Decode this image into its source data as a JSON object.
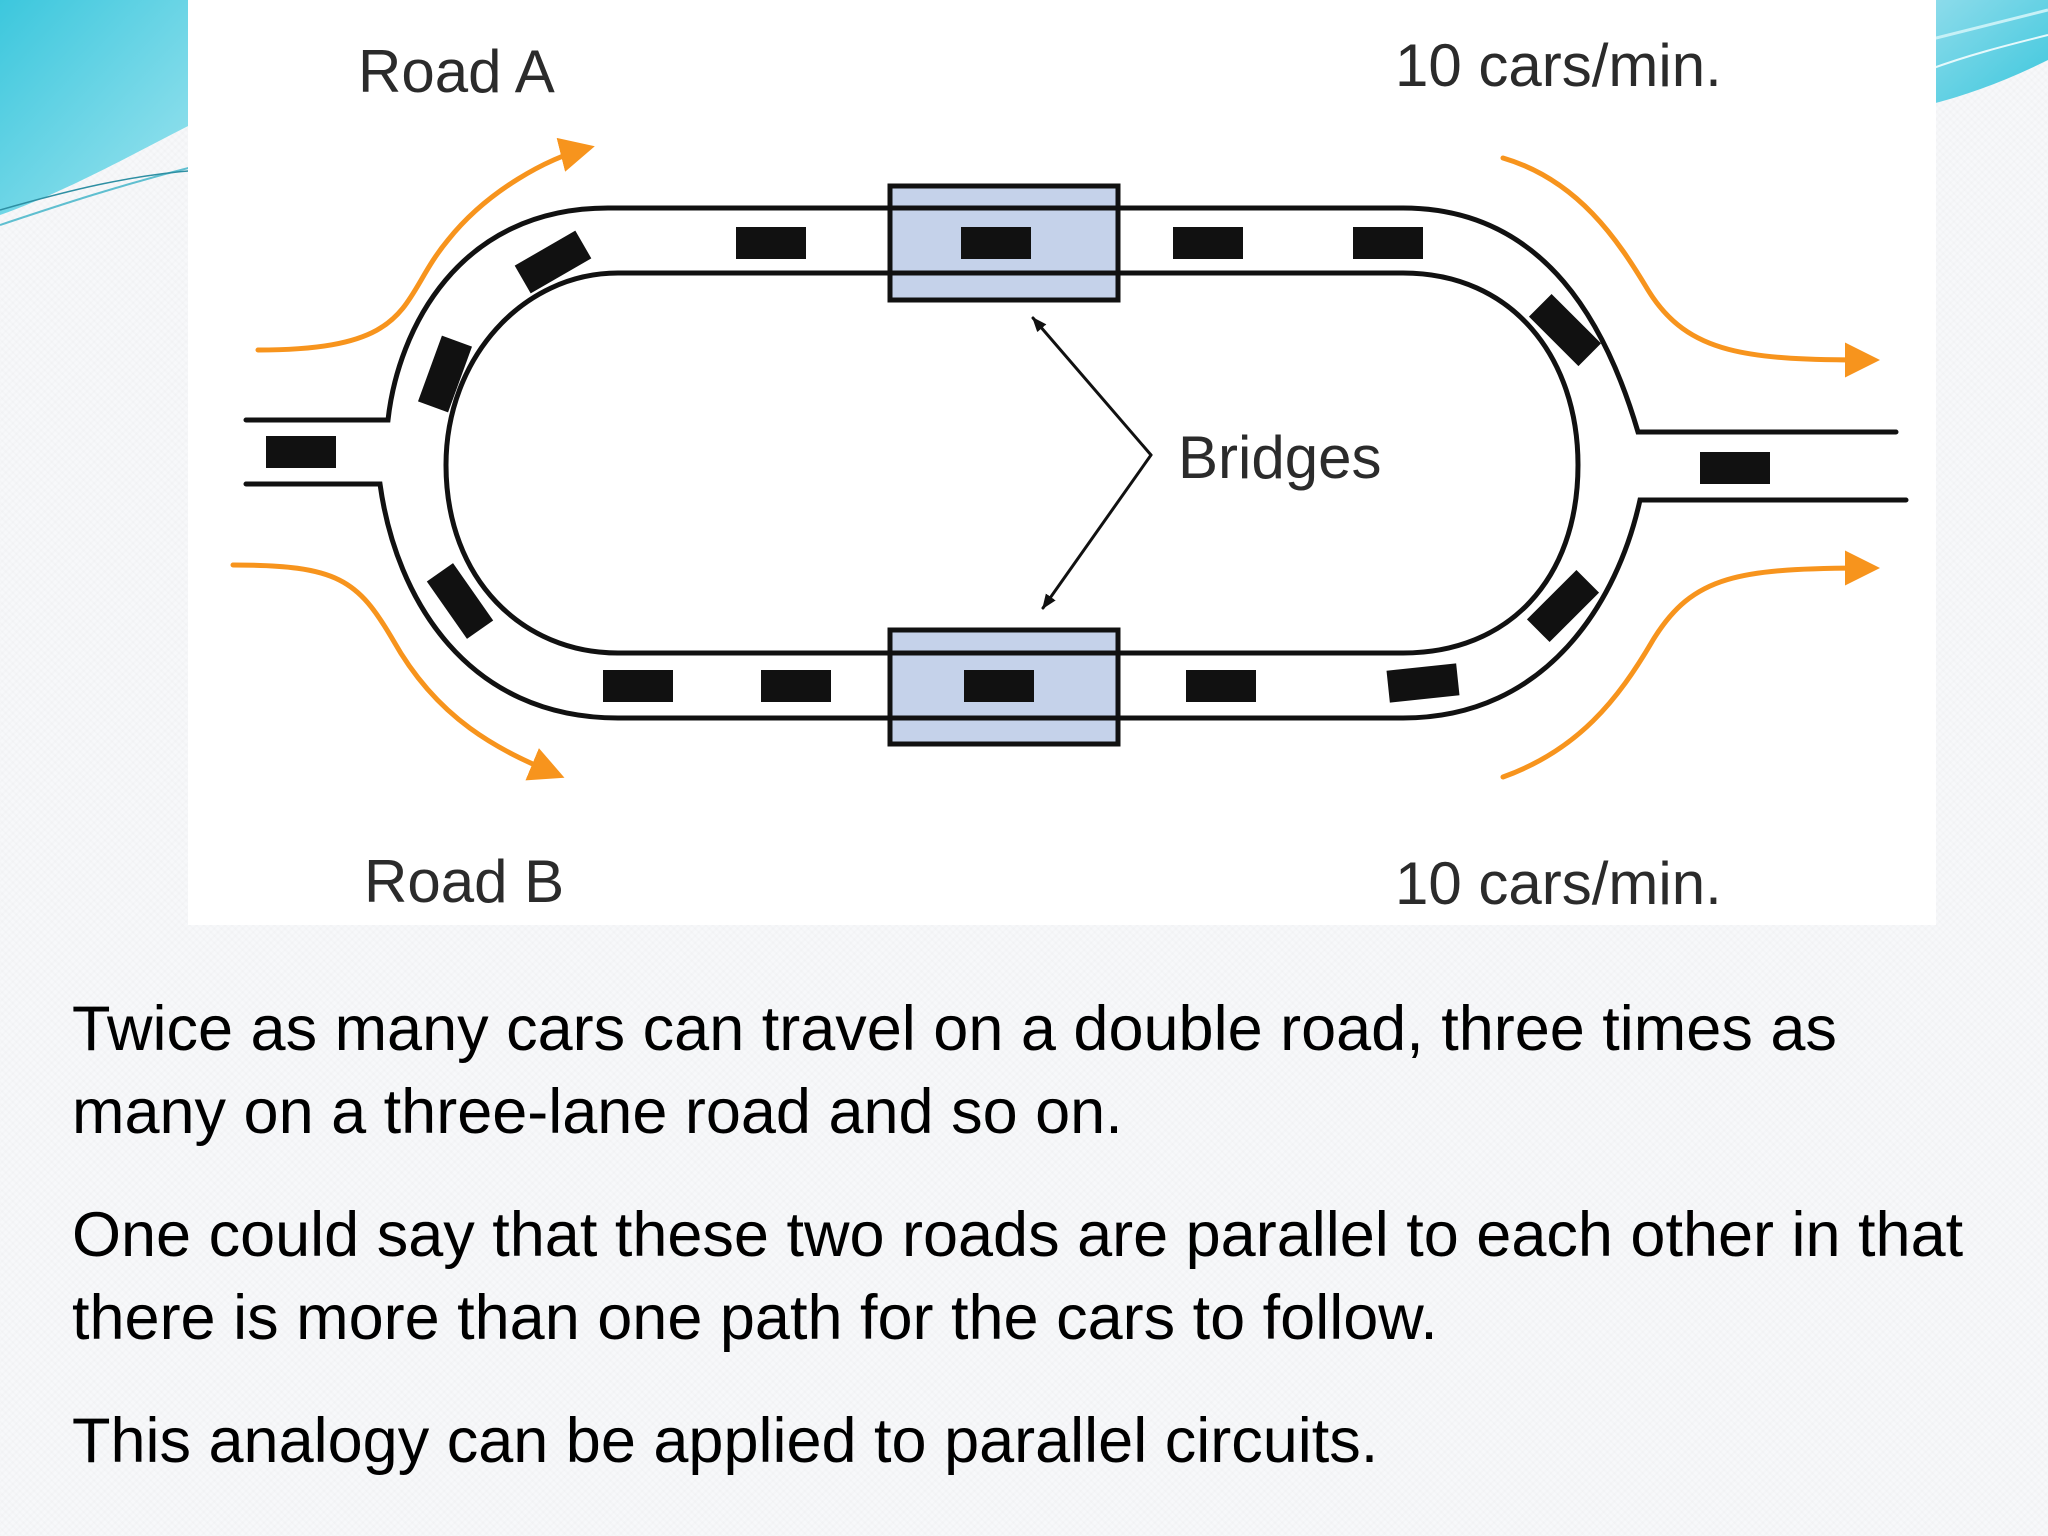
{
  "diagram": {
    "road_a_label": "Road A",
    "road_b_label": "Road B",
    "rate_top": "10 cars/min.",
    "rate_bottom": "10 cars/min.",
    "bridges_label": "Bridges",
    "colors": {
      "flow_arrow": "#f7941d",
      "bridge_fill": "#c5d2ea",
      "road_line": "#111111",
      "car": "#111111"
    }
  },
  "text": {
    "paragraph_1": "Twice as many cars can travel on a double road, three times as many on a three-lane road and so on.",
    "paragraph_2": "One could say that these two roads are parallel to each other in that there is more than one path for the cars to follow.",
    "paragraph_3": "This analogy can be applied to parallel circuits."
  },
  "theme": {
    "accent": "#4fc3d9"
  }
}
